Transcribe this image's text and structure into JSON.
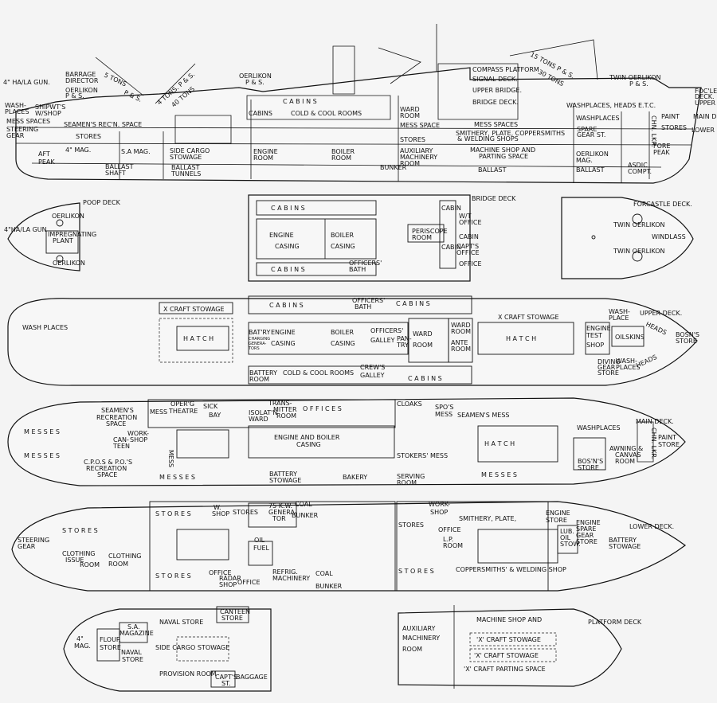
{
  "profile": {
    "labels": [
      "4\" HA/LA GUN.",
      "BARRAGE",
      "DIRECTOR",
      "5 TONS",
      "P & S.",
      "OERLIKON",
      "P & S.",
      "WASH-",
      "PLACES",
      "SHIPWT'S",
      "W/SHOP",
      "4 TONS. P & S.",
      "40 TONS",
      "OERLIKON",
      "P & S.",
      "C A B I N S",
      "CABINS",
      "COLD & COOL ROOMS",
      "WARD",
      "ROOM",
      "COMPASS PLATFORM",
      "SIGNAL DECK.",
      "UPPER BRIDGE.",
      "BRIDGE DECK.",
      "15 TONS P & S.",
      "30 TONS",
      "TWIN OERLIKON",
      "P & S.",
      "FOC'LE",
      "DECK.",
      "UPPER DK.",
      "MAIN DK.",
      "LOWER DK.",
      "MESS SPACES",
      "SEAMEN'S REC'N. SPACE",
      "STEERING",
      "GEAR",
      "STORES",
      "AFT",
      "PEAK",
      "4\" MAG.",
      "S.A MAG.",
      "BALLAST",
      "SHAFT",
      "SIDE CARGO",
      "STOWAGE",
      "BALLAST",
      "TUNNELS",
      "ENGINE",
      "ROOM",
      "BOILER",
      "ROOM",
      "BUNKER",
      "MESS SPACE",
      "STORES",
      "AUXILIARY",
      "MACHINERY",
      "ROOM",
      "MESS SPACES",
      "SMITHERY, PLATE, COPPERSMITHS",
      "& WELDING SHOPS",
      "MACHINE SHOP AND",
      "PARTING SPACE",
      "BALLAST",
      "WASHPLACES, HEADS E.T.C.",
      "WASHPLACES",
      "SPARE",
      "GEAR ST.",
      "OERLIKON",
      "MAG.",
      "BALLAST",
      "ASDIC",
      "COMPT.",
      "CHN. LKR.",
      "PAINT",
      "STORES",
      "FORE",
      "PEAK"
    ]
  },
  "bridge": {
    "labels": [
      "BRIDGE DECK",
      "C A B I N S",
      "ENGINE",
      "CASING",
      "BOILER",
      "CASING",
      "C A B I N S",
      "OFFICERS'",
      "BATH",
      "PERISCOPE",
      "ROOM",
      "CABIN",
      "W/T",
      "OFFICE",
      "CABIN",
      "CABIN",
      "CAPT'S",
      "OFFICE",
      "OFFICE"
    ]
  },
  "poop": {
    "labels": [
      "POOP DECK",
      "OERLIKON",
      "4\"HA/LA GUN",
      "IMPREGNATING",
      "PLANT",
      "OERLIKON"
    ]
  },
  "forecastle": {
    "labels": [
      "FORCASTLE DECK.",
      "TWIN OERLIKON",
      "WINDLASS",
      "TWIN OERLIKON"
    ]
  },
  "upper": {
    "labels": [
      "WASH PLACES",
      "X CRAFT STOWAGE",
      "H A T C H",
      "C A B I N S",
      "OFFICERS'",
      "BATH",
      "C A B I N S",
      "BAT'RY",
      "CHARGING",
      "GENERA-",
      "TORS",
      "ENGINE",
      "CASING",
      "BOILER",
      "CASING",
      "OFFICERS'",
      "GALLEY",
      "PAN-",
      "TRY",
      "WARD",
      "ROOM",
      "WARD",
      "ROOM",
      "ANTE",
      "ROOM",
      "BATTERY",
      "ROOM",
      "COLD & COOL ROOMS",
      "CREW'S",
      "GALLEY",
      "C A B I N S",
      "X CRAFT STOWAGE",
      "H A T C H",
      "ENGINE",
      "TEST",
      "SHOP",
      "OILSKINS",
      "WASH-",
      "PLACE",
      "UPPER DECK.",
      "HEADS",
      "BOSN'S",
      "STORE",
      "DIVING",
      "GEAR",
      "STORE",
      "WASH-",
      "PLACES",
      "HEADS"
    ]
  },
  "main": {
    "labels": [
      "M E S S E S",
      "M E S S E S",
      "SEAMEN'S",
      "RECREATION",
      "SPACE",
      "MESS",
      "OPER'G",
      "THEATRE",
      "SICK",
      "BAY",
      "ISOLAT'N",
      "WARD",
      "TRANS-",
      "MITTER",
      "ROOM",
      "O F F I C E S",
      "CLOAKS",
      "SPO'S",
      "MESS",
      "SEAMEN'S MESS",
      "WORK-",
      "SHOP",
      "CAN-",
      "TEEN",
      "MESS",
      "ENGINE AND BOILER",
      "CASING",
      "STOKERS' MESS",
      "H A T C H",
      "C.P.O.S & P.O.'S",
      "RECREATION",
      "SPACE",
      "M E S S E S",
      "BATTERY",
      "STOWAGE",
      "BAKERY",
      "SERVING",
      "ROOM",
      "M E S S E S",
      "WASHPLACES",
      "MAIN DECK.",
      "CHN. LKR.",
      "PAINT",
      "STORE",
      "AWNING &",
      "CANVAS",
      "ROOM",
      "BOS'N'S",
      "STORE"
    ]
  },
  "lower": {
    "labels": [
      "S T O R E S",
      "STEERING",
      "GEAR",
      "CLOTHING",
      "ISSUE",
      "ROOM",
      "CLOTHING",
      "ROOM",
      "S T O R E S",
      "W.",
      "SHOP",
      "STORES",
      "75 K.W.",
      "GENERA-",
      "TOR",
      "COAL",
      "BUNKER",
      "OIL",
      "FUEL",
      "S T O R E S",
      "OFFICE",
      "RADAR",
      "SHOP",
      "OFFICE",
      "REFRIG.",
      "MACHINERY",
      "COAL",
      "BUNKER",
      "WORK-",
      "SHOP",
      "STORES",
      "OFFICE",
      "L.P.",
      "ROOM",
      "SMITHERY, PLATE,",
      "ENGINE",
      "STORE",
      "LUB.",
      "OIL",
      "STOW.",
      "ENGINE",
      "SPARE",
      "GEAR",
      "STORE",
      "BATTERY",
      "STOWAGE",
      "LOWER DECK.",
      "S T O R E S",
      "COPPERSMITHS' & WELDING SHOP"
    ]
  },
  "hold": {
    "labels": [
      "4\"",
      "MAG.",
      "FLOUR",
      "STORE",
      "S.A.",
      "MAGAZINE",
      "NAVAL STORE",
      "CANTEEN",
      "STORE",
      "NAVAL",
      "STORE",
      "SIDE  CARGO  STOWAGE",
      "PROVISION ROOM",
      "CAPT'S",
      "ST.",
      "BAGGAGE"
    ]
  },
  "platform": {
    "labels": [
      "AUXILIARY",
      "MACHINERY",
      "ROOM",
      "MACHINE SHOP AND",
      "PLATFORM DECK",
      "'X' CRAFT  STOWAGE",
      "'X' CRAFT  STOWAGE",
      "'X' CRAFT  PARTING  SPACE"
    ]
  }
}
